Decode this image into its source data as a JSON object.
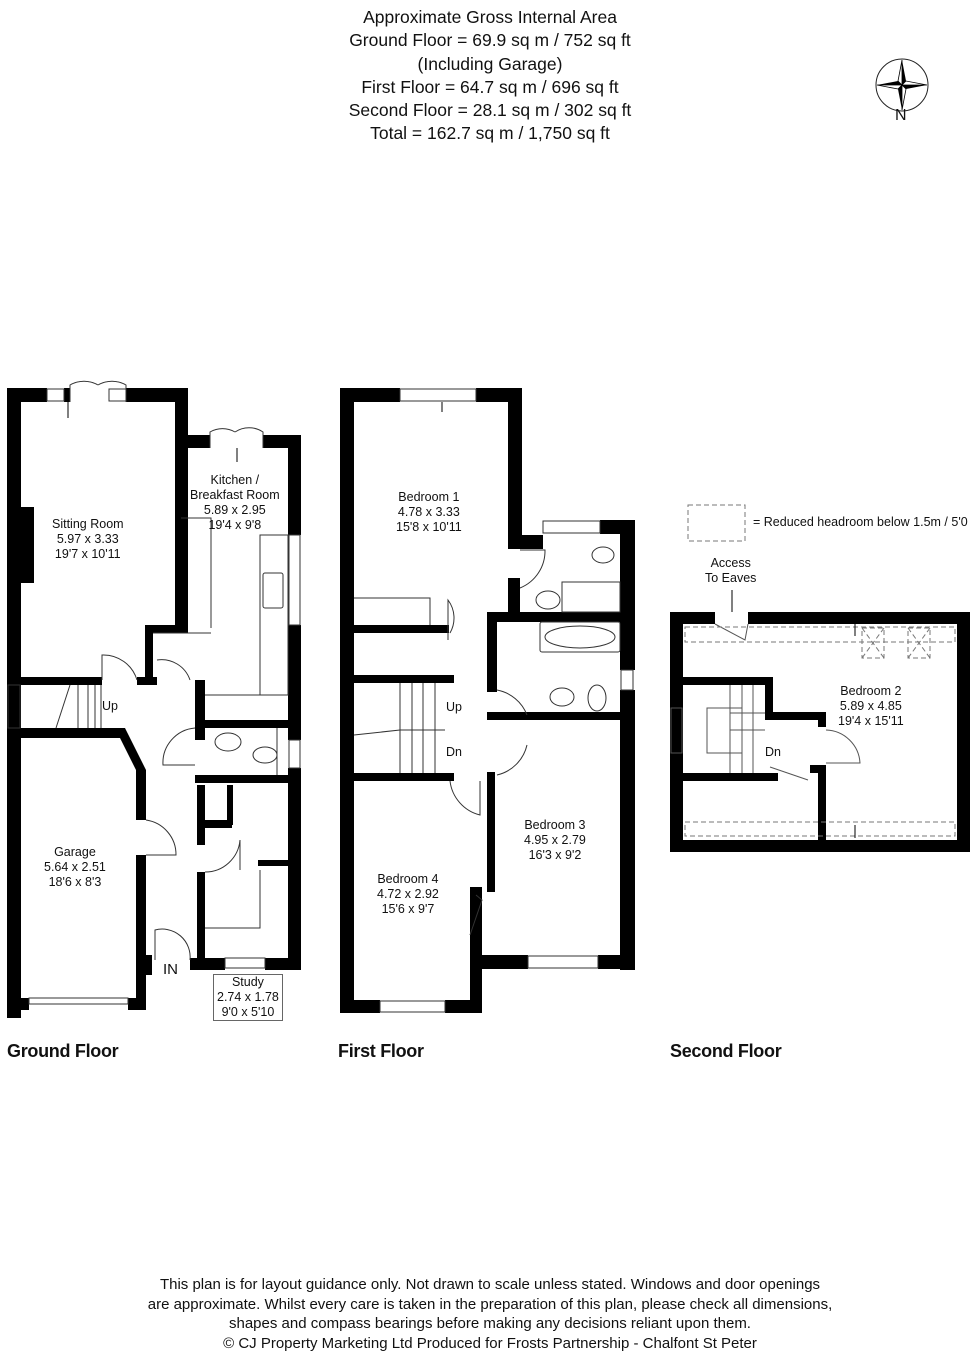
{
  "header": {
    "lines": [
      "Approximate Gross Internal Area",
      "Ground Floor = 69.9 sq m / 752 sq ft",
      "(Including Garage)",
      "First Floor = 64.7 sq m / 696 sq ft",
      "Second Floor = 28.1 sq m / 302 sq ft",
      "Total = 162.7 sq m / 1,750 sq ft"
    ]
  },
  "compass": {
    "icon": "compass-rose-icon",
    "label": "N"
  },
  "legend": {
    "icon": "dashed-rectangle-icon",
    "text": "= Reduced headroom below 1.5m / 5'0"
  },
  "floors": {
    "ground": {
      "title": "Ground Floor",
      "rooms": {
        "sitting": {
          "name": "Sitting Room",
          "metric": "5.97 x 3.33",
          "imperial": "19'7 x 10'11"
        },
        "kitchen": {
          "name1": "Kitchen /",
          "name2": "Breakfast Room",
          "metric": "5.89 x 2.95",
          "imperial": "19'4 x 9'8"
        },
        "garage": {
          "name": "Garage",
          "metric": "5.64 x 2.51",
          "imperial": "18'6 x 8'3"
        },
        "study": {
          "name": "Study",
          "metric": "2.74 x 1.78",
          "imperial": "9'0 x 5'10"
        }
      },
      "stairs_label": "Up",
      "entrance_label": "IN"
    },
    "first": {
      "title": "First Floor",
      "rooms": {
        "bed1": {
          "name": "Bedroom 1",
          "metric": "4.78 x 3.33",
          "imperial": "15'8 x 10'11"
        },
        "bed3": {
          "name": "Bedroom 3",
          "metric": "4.95 x 2.79",
          "imperial": "16'3 x 9'2"
        },
        "bed4": {
          "name": "Bedroom 4",
          "metric": "4.72 x 2.92",
          "imperial": "15'6 x 9'7"
        }
      },
      "stairs_up": "Up",
      "stairs_down": "Dn"
    },
    "second": {
      "title": "Second Floor",
      "rooms": {
        "bed2": {
          "name": "Bedroom 2",
          "metric": "5.89 x 4.85",
          "imperial": "19'4 x 15'11"
        }
      },
      "eaves_label1": "Access",
      "eaves_label2": "To Eaves",
      "stairs_down": "Dn"
    }
  },
  "footer": {
    "lines": [
      "This plan is for layout guidance only. Not drawn to scale unless stated. Windows and door openings",
      "are approximate. Whilst every care is taken in the preparation of this plan, please check all dimensions,",
      "shapes and compass bearings before making any decisions reliant upon them.",
      "© CJ Property Marketing Ltd Produced for Frosts Partnership - Chalfont St Peter"
    ]
  }
}
